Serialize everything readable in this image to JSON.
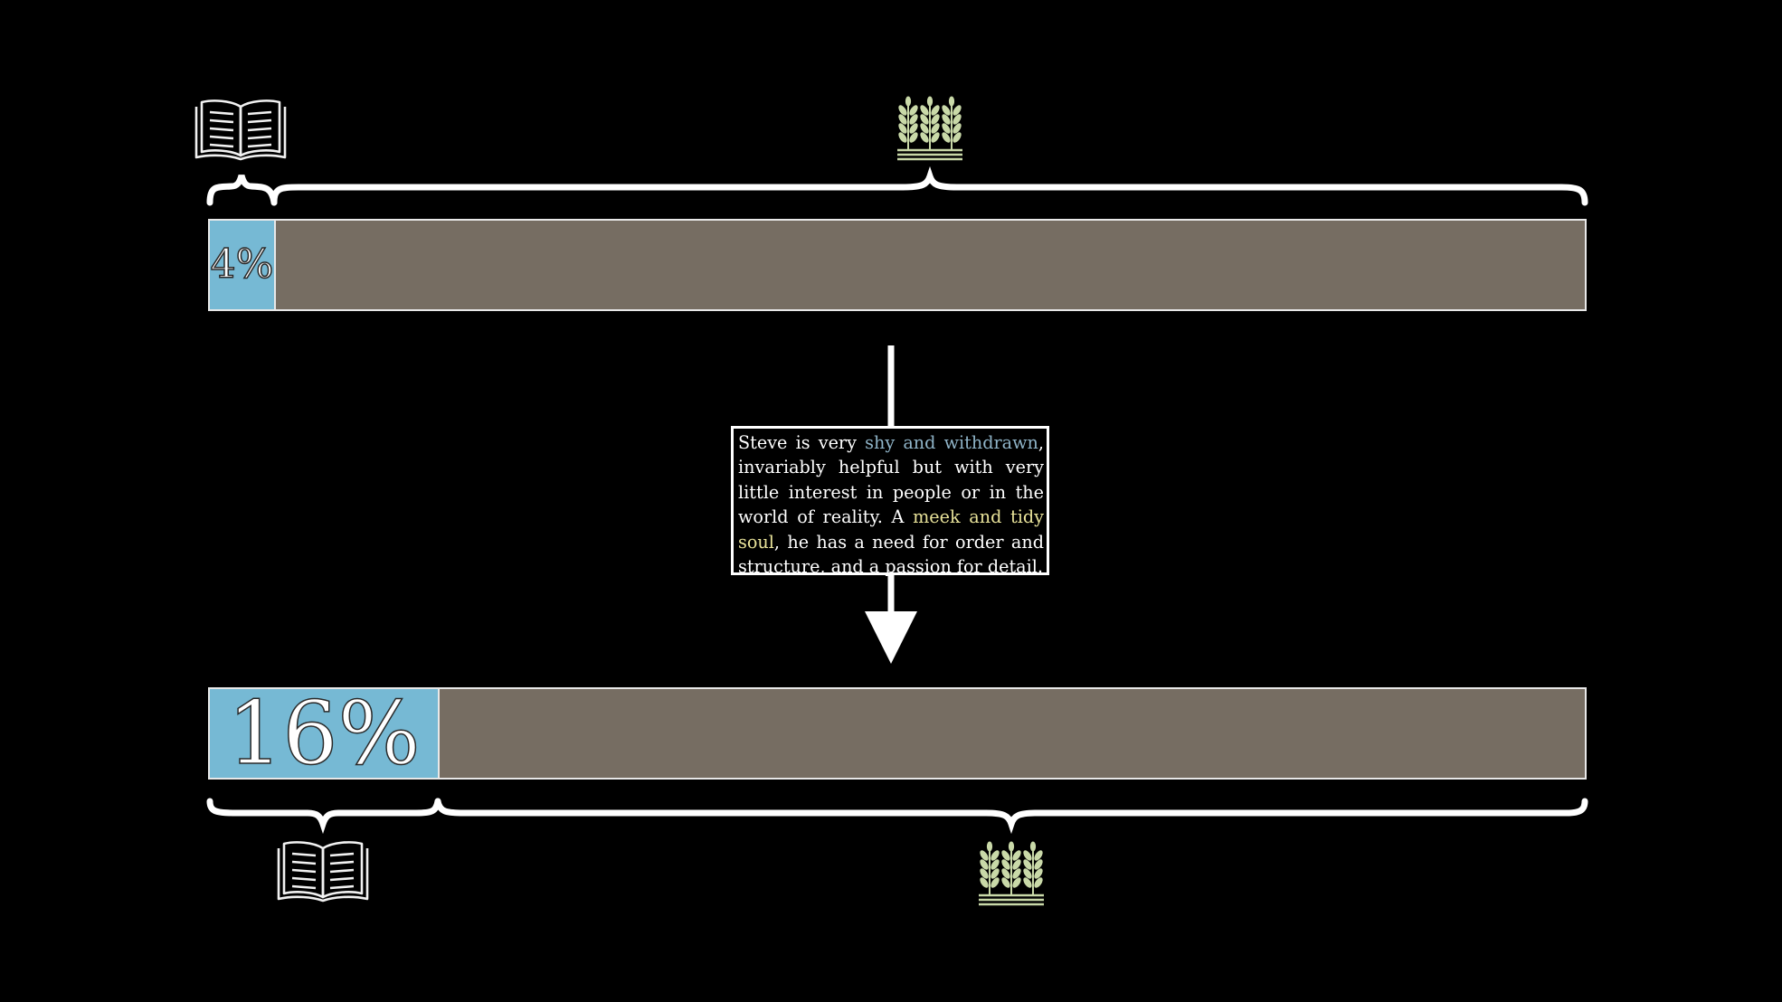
{
  "colors": {
    "background": "#000000",
    "librarian_fill": "#76b9d4",
    "farmer_fill": "#766d62",
    "highlight_shy": "#8fb4c8",
    "highlight_meek": "#e9e39a",
    "wheat_icon": "#c9d9a8"
  },
  "top_bar": {
    "label": "4%",
    "librarian_fraction": 0.048,
    "librarian_icon": "book-icon",
    "farmer_icon": "wheat-icon"
  },
  "bottom_bar": {
    "label": "16%",
    "librarian_fraction": 0.167,
    "librarian_icon": "book-icon",
    "farmer_icon": "wheat-icon"
  },
  "description": {
    "part1": "Steve is very ",
    "highlight1": "shy and withdrawn",
    "part2": ", invariably helpful but with very little interest in people or in the world of reality.  A ",
    "highlight2": "meek and tidy soul",
    "part3": ", he has a need for order and structure, and a passion for detail."
  }
}
